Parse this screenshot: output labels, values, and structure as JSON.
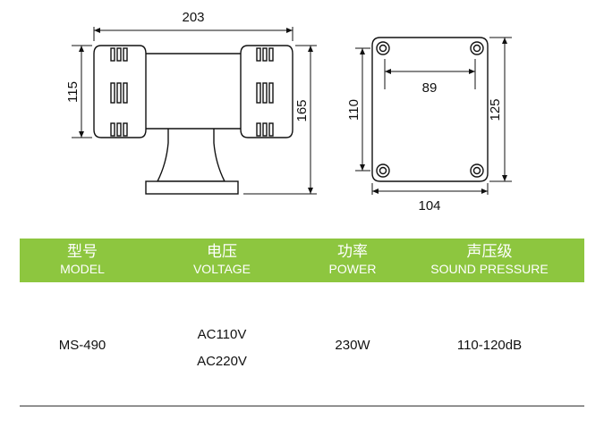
{
  "drawing": {
    "side_view": {
      "width_dim": "203",
      "body_height_dim": "115",
      "total_height_dim": "165"
    },
    "mount_plate": {
      "hole_spacing_x": "89",
      "width_dim": "104",
      "height_dim": "110",
      "outer_height_dim": "125"
    }
  },
  "table": {
    "headers": [
      {
        "zh": "型号",
        "en": "MODEL"
      },
      {
        "zh": "电压",
        "en": "VOLTAGE"
      },
      {
        "zh": "功率",
        "en": "POWER"
      },
      {
        "zh": "声压级",
        "en": "SOUND PRESSURE"
      }
    ],
    "row": {
      "model": "MS-490",
      "voltage": [
        "AC110V",
        "AC220V"
      ],
      "power": "230W",
      "sound_pressure": "110-120dB"
    }
  },
  "colors": {
    "header_bg": "#8dc63f",
    "header_text": "#ffffff"
  }
}
